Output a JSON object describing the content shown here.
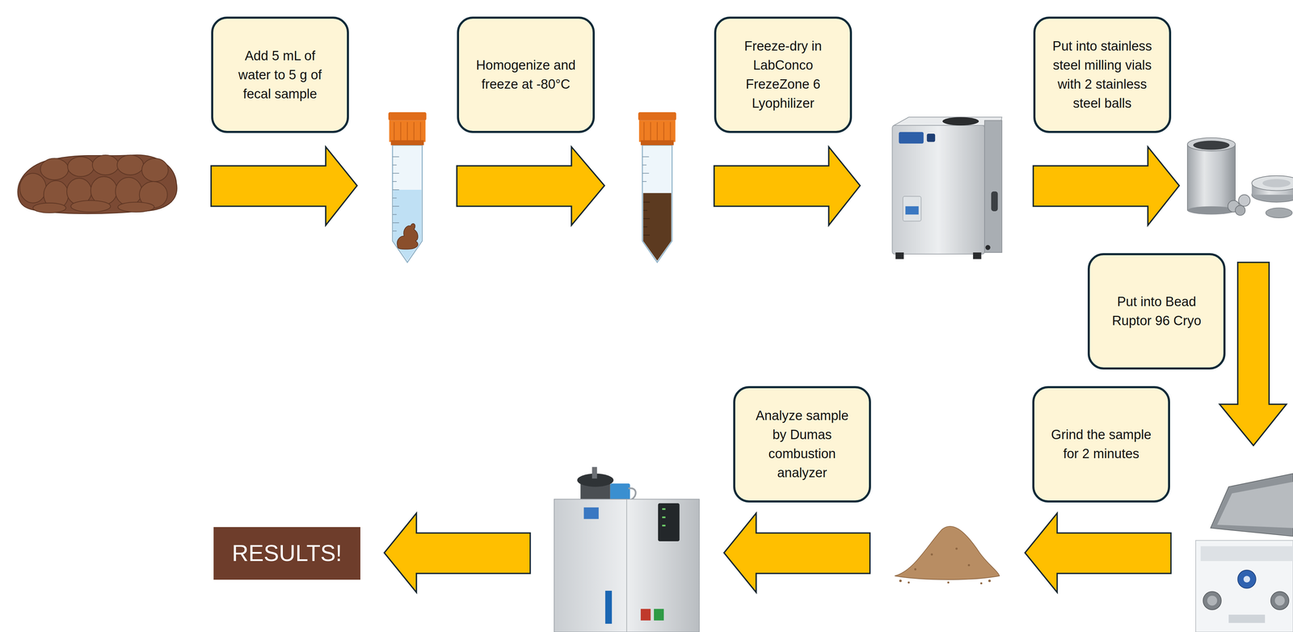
{
  "diagram": {
    "nodes": [
      {
        "text": [
          "Add 5 mL of water to 5 g of fecal sample"
        ]
      },
      {
        "text": [
          "Homogenize and freeze at -80°C"
        ]
      },
      {
        "text": [
          "Freeze-dry in LabConco FrezeZone 6 Lyophilizer"
        ]
      },
      {
        "text": [
          "Put into stainless steel milling vials with 2 stainless steel balls"
        ]
      },
      {
        "text": [
          "Put into Bead Ruptor 96 Cryo"
        ]
      },
      {
        "text": [
          "Grind the sample for 2 minutes"
        ]
      },
      {
        "text": [
          "Analyze sample by Dumas combustion analyzer"
        ]
      },
      {
        "text": [
          "RESULTS!"
        ]
      }
    ]
  }
}
